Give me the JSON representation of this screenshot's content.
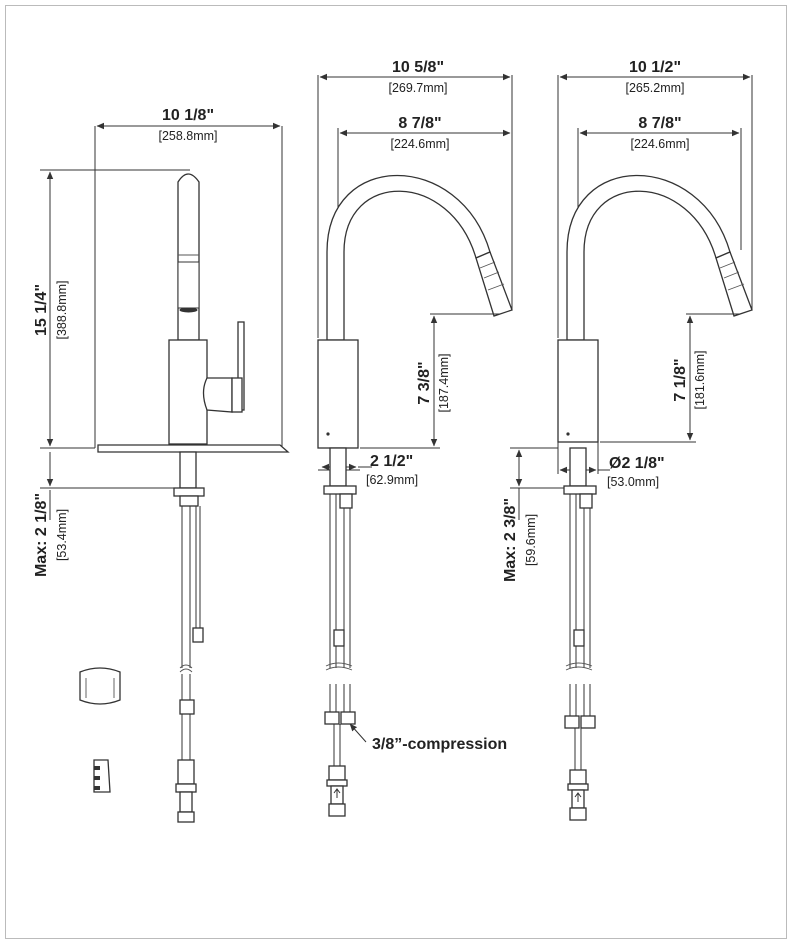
{
  "side_view": {
    "width_in": "10 1/8\"",
    "width_mm": "[258.8mm]",
    "height_in": "15 1/4\"",
    "height_mm": "[388.8mm]",
    "deck_in": "Max: 2 1/8\"",
    "deck_mm": "[53.4mm]"
  },
  "front_view_1": {
    "reach_in": "10 5/8\"",
    "reach_mm": "[269.7mm]",
    "spout_in": "8 7/8\"",
    "spout_mm": "[224.6mm]",
    "clearance_in": "7 3/8\"",
    "clearance_mm": "[187.4mm]",
    "base_in": "2 1/2\"",
    "base_mm": "[62.9mm]"
  },
  "front_view_2": {
    "reach_in": "10 1/2\"",
    "reach_mm": "[265.2mm]",
    "spout_in": "8 7/8\"",
    "spout_mm": "[224.6mm]",
    "clearance_in": "7 1/8\"",
    "clearance_mm": "[181.6mm]",
    "base_in": "Ø2 1/8\"",
    "base_mm": "[53.0mm]",
    "deck_in": "Max: 2 3/8\"",
    "deck_mm": "[59.6mm]"
  },
  "callout": "3/8”-compression"
}
